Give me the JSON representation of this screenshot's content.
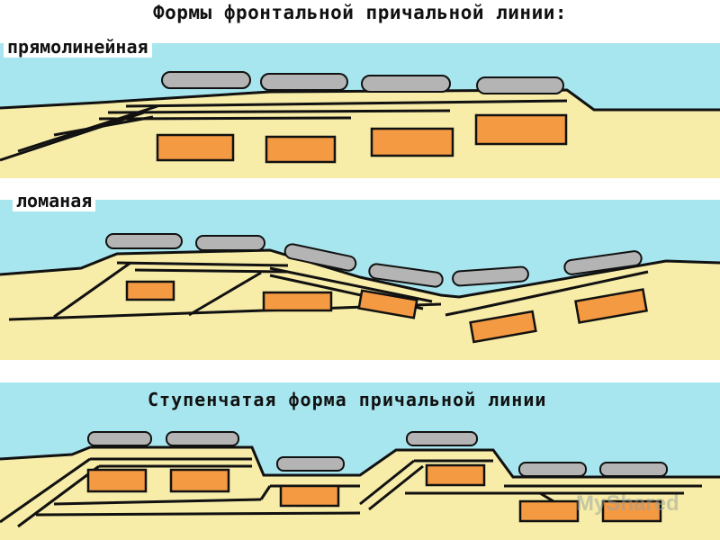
{
  "title": "Формы фронтальной причальной линии:",
  "labels": {
    "straight": "прямолинейная",
    "broken": "ломаная",
    "stepped": "Ступенчатая форма причальной линии"
  },
  "watermark": "MyShared",
  "colors": {
    "water": "#a8e6ef",
    "land": "#f7eca8",
    "warehouse": "#f39a43",
    "ship": "#b4b4b4",
    "outline": "#111111"
  }
}
